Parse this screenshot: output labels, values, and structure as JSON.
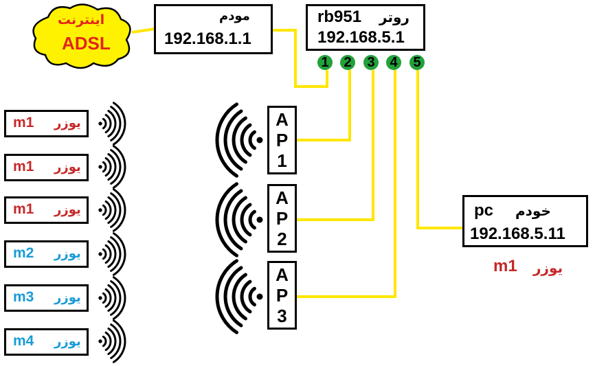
{
  "internet": {
    "line1": "اینترنت",
    "line2": "ADSL"
  },
  "modem": {
    "label": "مودم",
    "ip": "192.168.1.1"
  },
  "router": {
    "label": "روتر",
    "model": "rb951",
    "ip": "192.168.5.1"
  },
  "ports": [
    "1",
    "2",
    "3",
    "4",
    "5"
  ],
  "access_points": [
    {
      "chars": [
        "A",
        "P",
        "1"
      ]
    },
    {
      "chars": [
        "A",
        "P",
        "2"
      ]
    },
    {
      "chars": [
        "A",
        "P",
        "3"
      ]
    }
  ],
  "server_pc": {
    "label": "خودم",
    "name": "pc",
    "ip": "192.168.5.11",
    "user_word": "یوزر",
    "user_id": "m1"
  },
  "users": [
    {
      "id": "m1",
      "word": "یوزر"
    },
    {
      "id": "m1",
      "word": "یوزر"
    },
    {
      "id": "m1",
      "word": "یوزر"
    },
    {
      "id": "m2",
      "word": "یوزر"
    },
    {
      "id": "m3",
      "word": "یوزر"
    },
    {
      "id": "m4",
      "word": "یوزر"
    }
  ],
  "colors": {
    "cable": "#ffe600",
    "port": "#23a13a",
    "cloud": "#fff200",
    "user_red": "#c62828",
    "user_blue": "#1a9bd7",
    "wifi": "#000000"
  }
}
